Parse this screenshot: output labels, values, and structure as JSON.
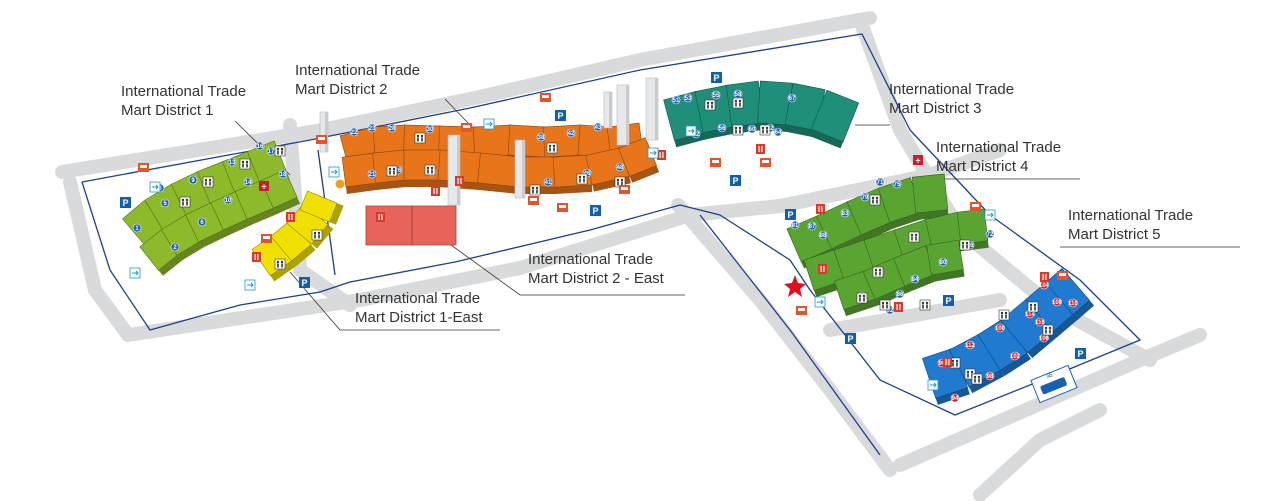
{
  "colors": {
    "road": "#d8dadb",
    "boundary": "#1f3e8c",
    "district_1": "#8cba2a",
    "district_1_east": "#f0e000",
    "district_2": "#e8751a",
    "district_2_east": "#e8635a",
    "district_3": "#1f8f7a",
    "district_4": "#5aa532",
    "district_5": "#1f7ad0",
    "parking": "#1060b0",
    "restaurant": "#d83a2a",
    "bus": "#e0562a",
    "first_aid": "#c8202a",
    "entrance_star": "#e01020"
  },
  "labels": {
    "d1": [
      "International Trade",
      "Mart District 1"
    ],
    "d2": [
      "International Trade",
      "Mart District 2"
    ],
    "d3": [
      "International Trade",
      "Mart District 3"
    ],
    "d4": [
      "International Trade",
      "Mart District 4"
    ],
    "d5": [
      "International Trade",
      "Mart District 5"
    ],
    "d2e": [
      "International Trade",
      "Mart District 2 - East"
    ],
    "d1e": [
      "International Trade",
      "Mart District 1-East"
    ]
  },
  "gate_numbers": {
    "d1": [
      "1",
      "2",
      "3",
      "5",
      "6",
      "9",
      "10",
      "13",
      "14",
      "16",
      "17",
      "18"
    ],
    "d2": [
      "21",
      "22",
      "23",
      "26",
      "28",
      "30",
      "37",
      "38",
      "41",
      "42",
      "43",
      "46",
      "48"
    ],
    "d3": [
      "51",
      "52",
      "53",
      "55",
      "56",
      "58",
      "60",
      "62",
      "64",
      "67"
    ],
    "d4": [
      "71",
      "72",
      "75",
      "76",
      "79",
      "80",
      "81",
      "83",
      "84",
      "86",
      "87",
      "88",
      "91",
      "92"
    ],
    "d5": [
      "94",
      "96",
      "98",
      "100",
      "102",
      "104",
      "106",
      "108",
      "110",
      "112",
      "114",
      "116"
    ]
  },
  "icons": {
    "parking_letter": "P",
    "first_aid_symbol": "+",
    "restroom_symbol": "♂♀",
    "restaurant_symbol": "‖",
    "bus_station_text": "站"
  }
}
